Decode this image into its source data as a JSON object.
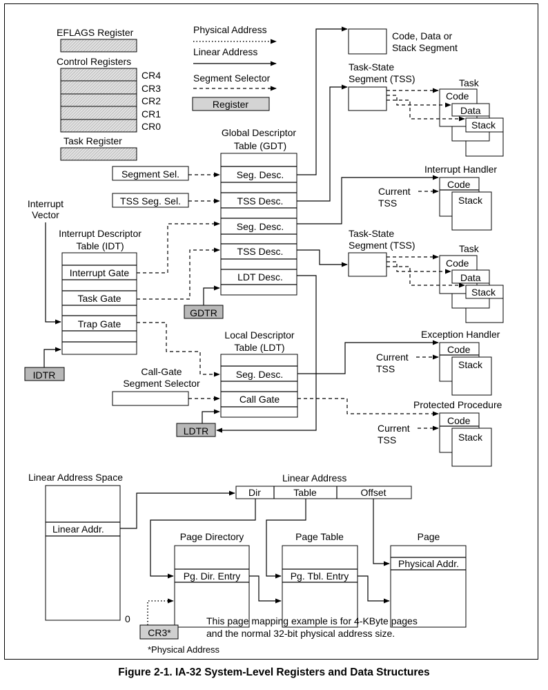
{
  "legend": {
    "eflags": "EFLAGS Register",
    "control_registers": "Control Registers",
    "cr": [
      "CR4",
      "CR3",
      "CR2",
      "CR1",
      "CR0"
    ],
    "task_register": "Task Register",
    "physical_address": "Physical Address",
    "linear_address": "Linear Address",
    "segment_selector": "Segment Selector",
    "register": "Register"
  },
  "gdt": {
    "title1": "Global Descriptor",
    "title2": "Table (GDT)",
    "entries": [
      "Seg. Desc.",
      "TSS Desc.",
      "Seg. Desc.",
      "TSS Desc.",
      "LDT Desc."
    ],
    "gdtr": "GDTR"
  },
  "selectors": {
    "segment_sel": "Segment Sel.",
    "tss_seg_sel": "TSS Seg. Sel.",
    "call_gate_1": "Call-Gate",
    "call_gate_2": "Segment Selector"
  },
  "idt": {
    "vector1": "Interrupt",
    "vector2": "Vector",
    "title1": "Interrupt Descriptor",
    "title2": "Table (IDT)",
    "entries": [
      "Interrupt Gate",
      "Task Gate",
      "Trap Gate"
    ],
    "idtr": "IDTR"
  },
  "ldt": {
    "title1": "Local Descriptor",
    "title2": "Table (LDT)",
    "entries": [
      "Seg. Desc.",
      "Call Gate"
    ],
    "ldtr": "LDTR"
  },
  "right": {
    "code_data_stack1": "Code, Data or",
    "code_data_stack2": "Stack Segment",
    "tss_title1": "Task-State",
    "tss_title2": "Segment (TSS)",
    "task": "Task",
    "code": "Code",
    "data": "Data",
    "stack": "Stack",
    "interrupt_handler": "Interrupt Handler",
    "exception_handler": "Exception Handler",
    "protected_procedure": "Protected Procedure",
    "current": "Current",
    "tss": "TSS"
  },
  "paging": {
    "linear_space": "Linear Address Space",
    "linear_addr": "Linear Addr.",
    "zero": "0",
    "linear_address": "Linear Address",
    "fields": [
      "Dir",
      "Table",
      "Offset"
    ],
    "page_directory": "Page Directory",
    "pg_dir_entry": "Pg. Dir. Entry",
    "page_table": "Page Table",
    "pg_tbl_entry": "Pg. Tbl. Entry",
    "page": "Page",
    "physical_addr": "Physical Addr.",
    "cr3": "CR3*",
    "note1": "This page mapping example is for 4-KByte pages",
    "note2": "and the normal 32-bit physical address size.",
    "footnote": "*Physical Address"
  },
  "caption": "Figure 2-1.  IA-32 System-Level Registers and Data Structures"
}
